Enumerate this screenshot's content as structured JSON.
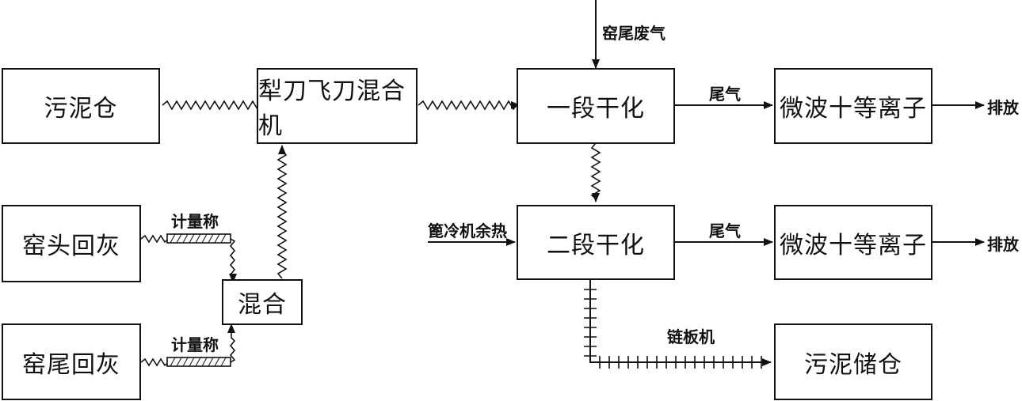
{
  "nodes": {
    "sludge_silo": "污泥仓",
    "mixer": "犁刀飞刀混合机",
    "stage1": "一段干化",
    "plasma1": "微波十等离子",
    "kiln_head": "窑头回灰",
    "kiln_tail": "窑尾回灰",
    "blend": "混合",
    "stage2": "二段干化",
    "plasma2": "微波十等离子",
    "storage": "污泥储仓"
  },
  "labels": {
    "kiln_tail_gas": "窑尾废气",
    "exhaust1": "尾气",
    "discharge1": "排放",
    "exhaust2": "尾气",
    "discharge2": "排放",
    "scale1": "计量称",
    "scale2": "计量称",
    "cooler_heat": "篦冷机余热",
    "chain_conveyor": "链板机"
  }
}
